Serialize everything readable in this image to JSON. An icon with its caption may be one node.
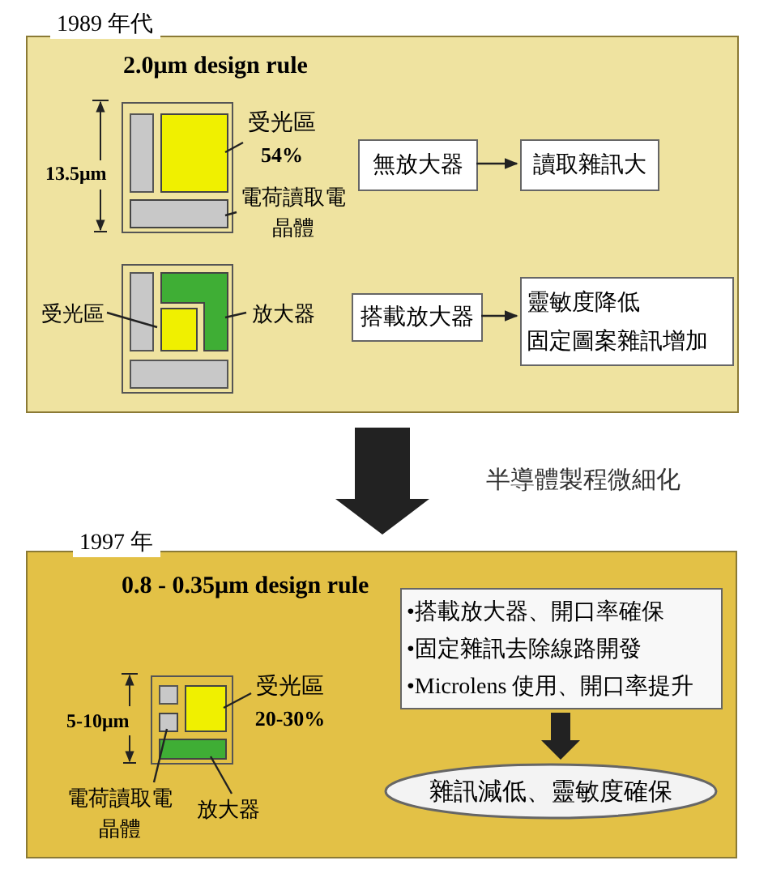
{
  "diagram": {
    "nodes": [
      {
        "text": [
          "1989 年代",
          "2.0μm design rule"
        ]
      },
      {
        "text": [],
        "shape": "box",
        "in": 0
      },
      {
        "text": [],
        "shape": "box",
        "in": 1
      },
      {
        "text": [],
        "shape": "box",
        "in": 1
      },
      {
        "text": [
          "受光區",
          "54%"
        ],
        "in": 0
      },
      {
        "text": [
          "電荷讀取電晶體"
        ],
        "in": 0
      },
      {
        "text": [
          "無放大器"
        ],
        "in": 0
      },
      {
        "text": [
          "讀取雜訊大"
        ],
        "in": 0
      },
      {
        "text": [],
        "shape": "box",
        "in": 0
      },
      {
        "text": [],
        "shape": "box",
        "in": 8
      },
      {
        "text": [],
        "shape": "box",
        "in": 8
      },
      {
        "text": [
          "受光區"
        ],
        "in": 0
      },
      {
        "text": [
          "放大器"
        ],
        "in": 0
      },
      {
        "text": [
          "搭載放大器"
        ],
        "in": 0
      },
      {
        "text": [
          "靈敏度降低",
          "固定圖案雜訊增加"
        ],
        "in": 0
      },
      {
        "text": [
          "1997 年",
          "0.8 - 0.35μm design rule"
        ]
      },
      {
        "text": [],
        "shape": "box",
        "in": 15
      },
      {
        "text": [],
        "shape": "box",
        "in": 16
      },
      {
        "text": [],
        "shape": "box",
        "in": 16
      },
      {
        "text": [],
        "shape": "box",
        "in": 16
      },
      {
        "text": [
          "受光區",
          "20-30%"
        ],
        "in": 15
      },
      {
        "text": [
          "電荷讀取電晶體"
        ],
        "in": 15
      },
      {
        "text": [
          "放大器"
        ],
        "in": 15
      },
      {
        "text": [
          "•搭載放大器、開口率確保",
          "•固定雜訊去除線路開發",
          "•Microlens 使用、開口率提升"
        ],
        "in": 15
      },
      {
        "text": [
          "雜訊減低、靈敏度確保"
        ],
        "in": 15
      }
    ],
    "edges": [
      {
        "from": 4,
        "to": 2,
        "arrow": "none"
      },
      {
        "from": 5,
        "to": 3,
        "arrow": "none"
      },
      {
        "from": 6,
        "to": 7,
        "arrow": "to"
      },
      {
        "from": 11,
        "to": 9,
        "arrow": "none"
      },
      {
        "from": 12,
        "to": 10,
        "arrow": "none"
      },
      {
        "from": 13,
        "to": 14,
        "arrow": "to"
      },
      {
        "from": 0,
        "to": 15,
        "arrow": "to",
        "style": "thick",
        "label": "半導體製程微細化"
      },
      {
        "from": 20,
        "to": 17,
        "arrow": "none"
      },
      {
        "from": 21,
        "to": 18,
        "arrow": "none"
      },
      {
        "from": 22,
        "to": 19,
        "arrow": "none"
      },
      {
        "from": 23,
        "to": 24,
        "arrow": "to",
        "style": "thick"
      }
    ],
    "labels": [
      "13.5μm",
      "5-10μm"
    ]
  }
}
